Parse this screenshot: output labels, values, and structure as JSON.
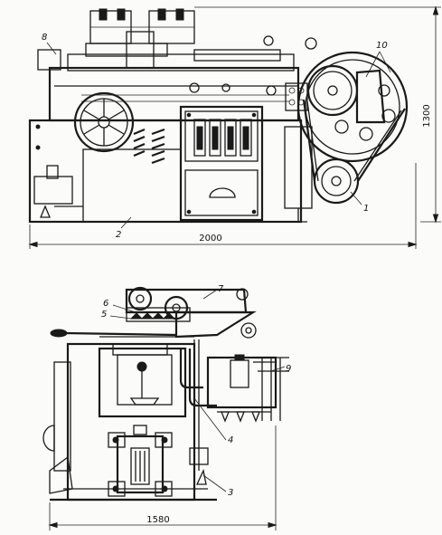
{
  "top_view": {
    "callouts": [
      "1",
      "2",
      "8",
      "10"
    ],
    "dimension_width": "2000",
    "dimension_height": "1300"
  },
  "bottom_view": {
    "callouts": [
      "3",
      "4",
      "5",
      "6",
      "7",
      "9"
    ],
    "dimension_width": "1580"
  }
}
